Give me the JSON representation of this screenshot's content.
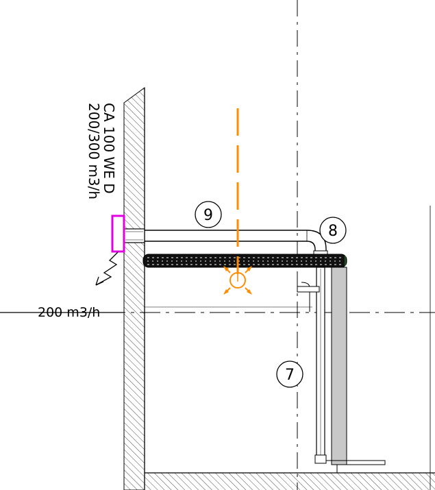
{
  "annotations": {
    "unit_line1": "CA 100 WE D",
    "unit_line2": "200/300 m3/h",
    "exhaust_flow": "200 m3/h"
  },
  "markers": [
    {
      "id": "9",
      "label": "9"
    },
    {
      "id": "8",
      "label": "8"
    },
    {
      "id": "7",
      "label": "7"
    }
  ],
  "colors": {
    "line": "#000000",
    "fan_unit": "#e000e0",
    "light_fixture": "#ff8c00",
    "gray_board": "#c8c8c8"
  }
}
